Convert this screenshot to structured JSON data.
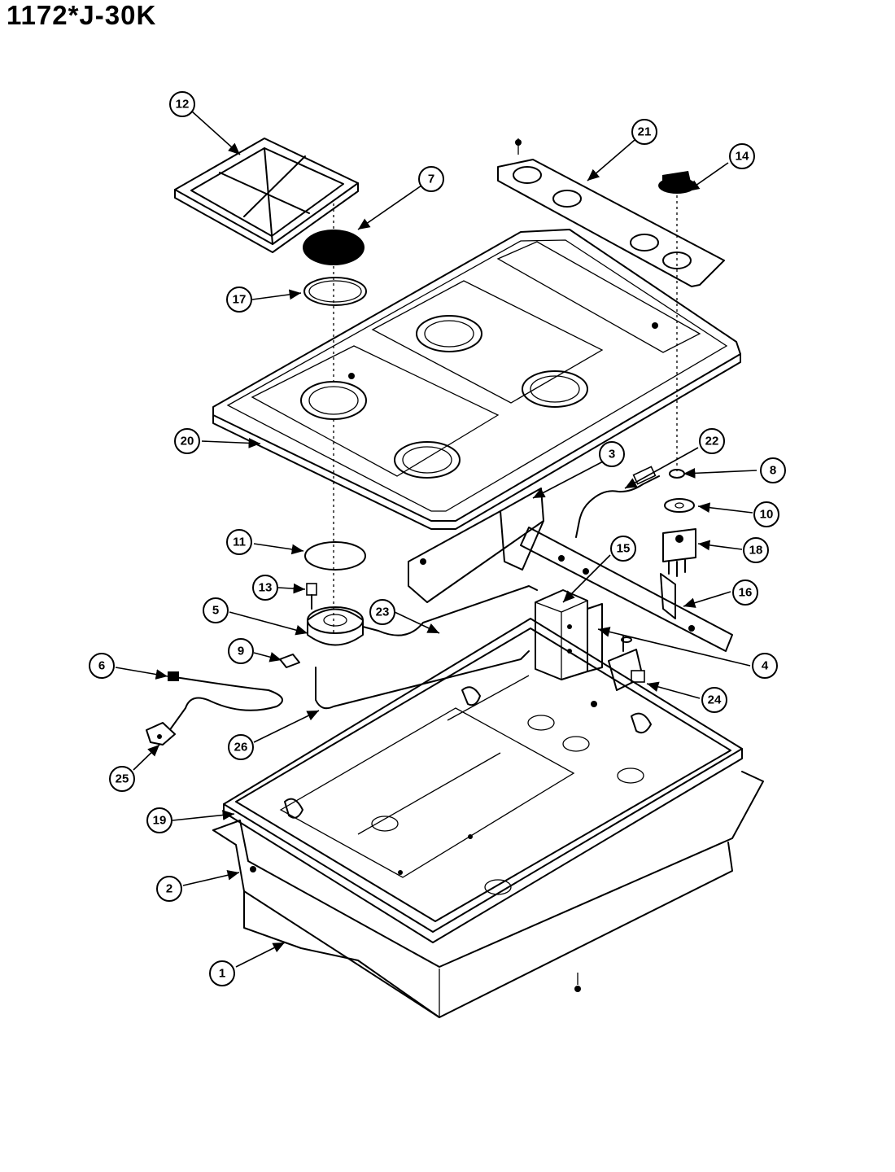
{
  "diagram": {
    "model_number": "1172*J-30K",
    "callouts": [
      {
        "id": "c1",
        "label": "1"
      },
      {
        "id": "c2",
        "label": "2"
      },
      {
        "id": "c3",
        "label": "3"
      },
      {
        "id": "c4",
        "label": "4"
      },
      {
        "id": "c5",
        "label": "5"
      },
      {
        "id": "c6",
        "label": "6"
      },
      {
        "id": "c7",
        "label": "7"
      },
      {
        "id": "c8",
        "label": "8"
      },
      {
        "id": "c9",
        "label": "9"
      },
      {
        "id": "c10",
        "label": "10"
      },
      {
        "id": "c11",
        "label": "11"
      },
      {
        "id": "c12",
        "label": "12"
      },
      {
        "id": "c13",
        "label": "13"
      },
      {
        "id": "c14",
        "label": "14"
      },
      {
        "id": "c15",
        "label": "15"
      },
      {
        "id": "c16",
        "label": "16"
      },
      {
        "id": "c17",
        "label": "17"
      },
      {
        "id": "c18",
        "label": "18"
      },
      {
        "id": "c19",
        "label": "19"
      },
      {
        "id": "c20",
        "label": "20"
      },
      {
        "id": "c21",
        "label": "21"
      },
      {
        "id": "c22",
        "label": "22"
      },
      {
        "id": "c23",
        "label": "23"
      },
      {
        "id": "c24",
        "label": "24"
      },
      {
        "id": "c25",
        "label": "25"
      },
      {
        "id": "c26",
        "label": "26"
      }
    ]
  }
}
